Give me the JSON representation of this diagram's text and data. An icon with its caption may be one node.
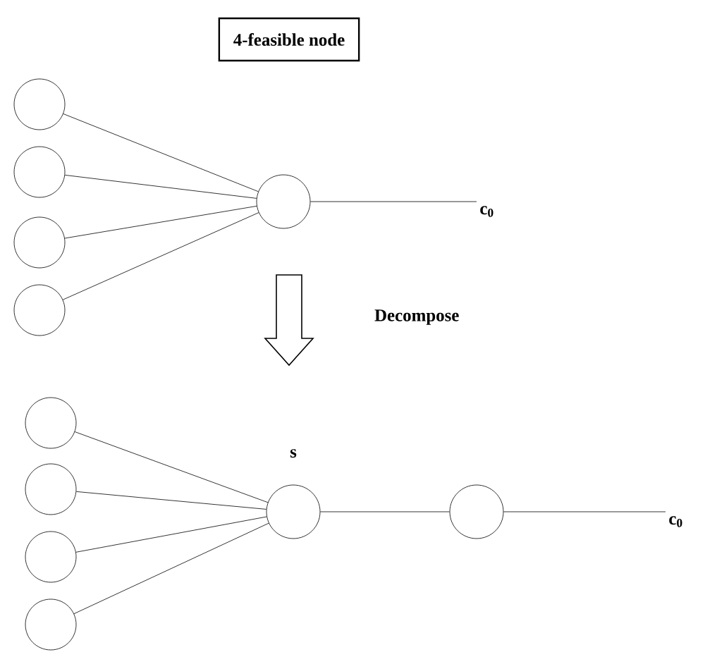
{
  "diagram": {
    "nodes": [
      {
        "text": [
          "4-feasible node"
        ]
      },
      {
        "text": [],
        "shape": "circle"
      },
      {
        "text": [],
        "shape": "circle"
      },
      {
        "text": [],
        "shape": "circle"
      },
      {
        "text": [],
        "shape": "circle"
      },
      {
        "text": [],
        "shape": "circle"
      },
      {
        "text": [
          "c$_{0}$"
        ]
      },
      {
        "text": [],
        "shape": "circle"
      },
      {
        "text": [],
        "shape": "circle"
      },
      {
        "text": [],
        "shape": "circle"
      },
      {
        "text": [],
        "shape": "circle"
      },
      {
        "text": [],
        "shape": "circle",
        "beside": [
          "s"
        ]
      },
      {
        "text": [],
        "shape": "circle"
      },
      {
        "text": [
          "c$_{0}$"
        ]
      }
    ],
    "edges": [
      {
        "from": 1,
        "to": 5,
        "arrow": "none"
      },
      {
        "from": 2,
        "to": 5,
        "arrow": "none"
      },
      {
        "from": 3,
        "to": 5,
        "arrow": "none"
      },
      {
        "from": 4,
        "to": 5,
        "arrow": "none"
      },
      {
        "from": 5,
        "to": 6,
        "arrow": "none"
      },
      {
        "from": 7,
        "to": 11,
        "arrow": "none"
      },
      {
        "from": 8,
        "to": 11,
        "arrow": "none"
      },
      {
        "from": 9,
        "to": 11,
        "arrow": "none"
      },
      {
        "from": 10,
        "to": 11,
        "arrow": "none"
      },
      {
        "from": 11,
        "to": 12,
        "arrow": "none"
      },
      {
        "from": 12,
        "to": 13,
        "arrow": "none"
      }
    ],
    "labels": [
      "Decompose"
    ]
  }
}
